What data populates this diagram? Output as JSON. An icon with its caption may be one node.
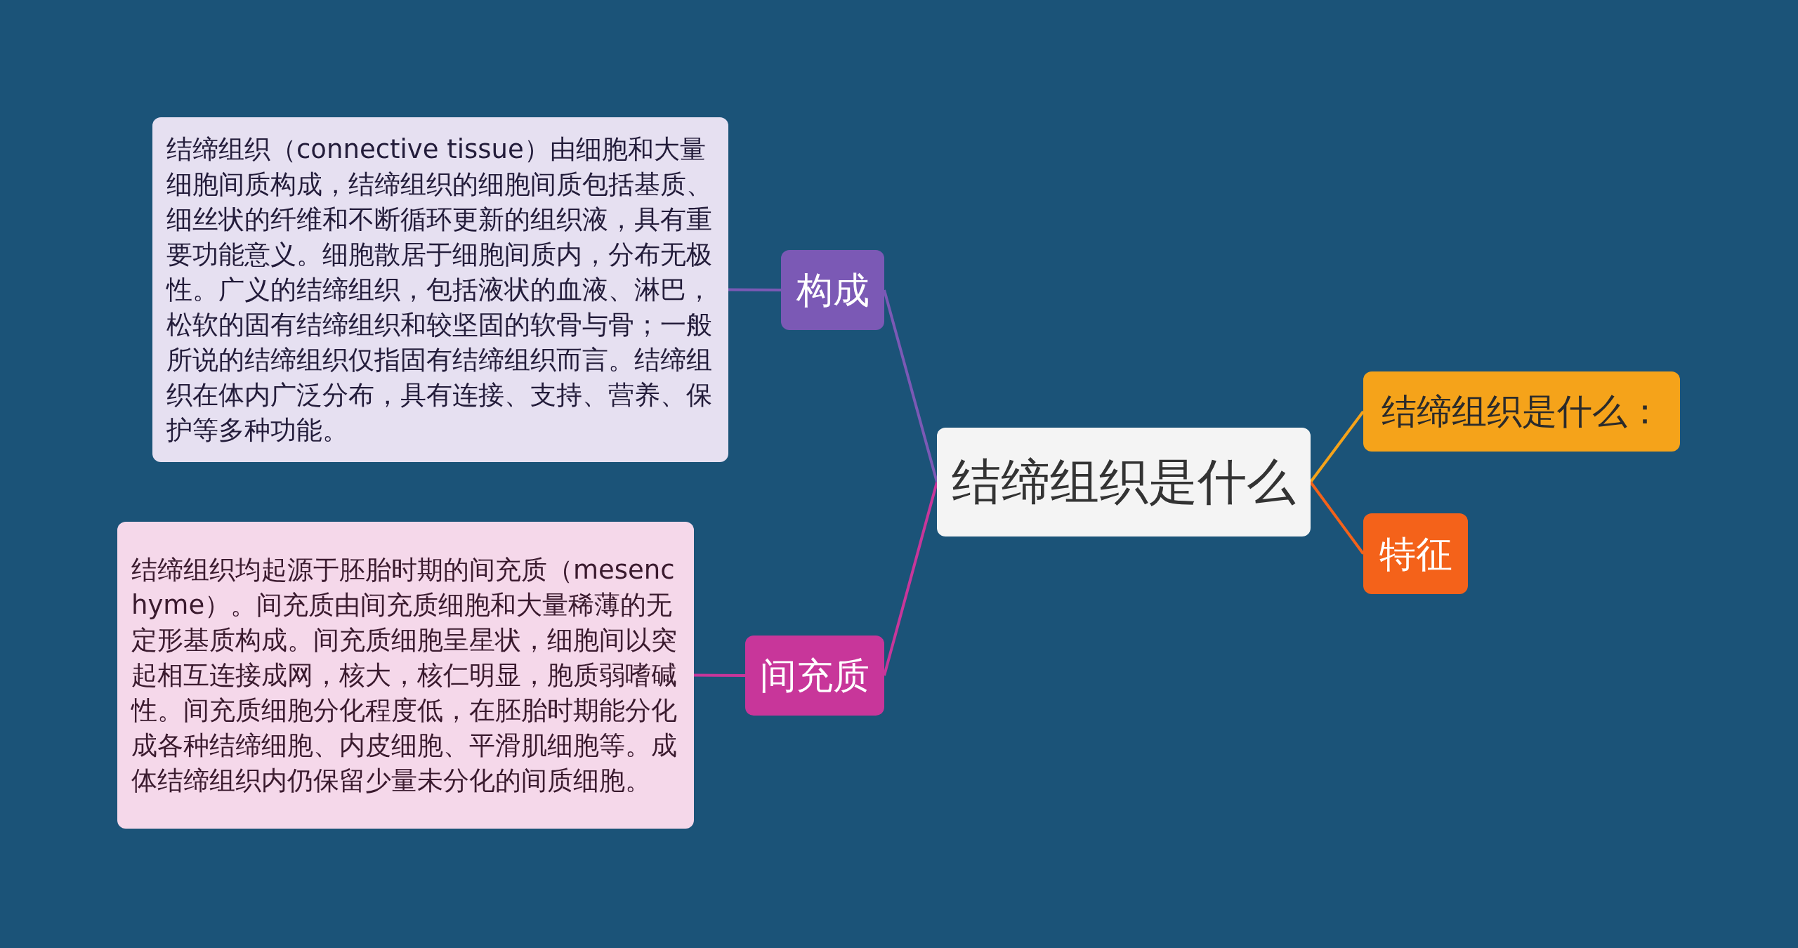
{
  "diagram": {
    "nodes": [
      {
        "text": [
          "结缔组织是什么"
        ]
      },
      {
        "text": [
          "构成"
        ]
      },
      {
        "text": [
          "结缔组织（connective tissue）由细胞和大量细胞间质构成，结缔组织的细胞间质包括基质、细丝状的纤维和不断循环更新的组织液，具有重要功能意义。细胞散居于细胞间质内，分布无极性。广义的结缔组织，包括液状的血液、淋巴，松软的固有结缔组织和较坚固的软骨与骨；一般所说的结缔组织仅指固有结缔组织而言。结缔组织在体内广泛分布，具有连接、支持、营养、保护等多种功能。"
        ]
      },
      {
        "text": [
          "间充质"
        ]
      },
      {
        "text": [
          "结缔组织均起源于胚胎时期的间充质（mesenchyme）。间充质由间充质细胞和大量稀薄的无定形基质构成。间充质细胞呈星状，细胞间以突起相互连接成网，核大，核仁明显，胞质弱嗜碱性。间充质细胞分化程度低，在胚胎时期能分化成各种结缔细胞、内皮细胞、平滑肌细胞等。成体结缔组织内仍保留少量未分化的间质细胞。"
        ]
      },
      {
        "text": [
          "结缔组织是什么："
        ]
      },
      {
        "text": [
          "特征"
        ]
      }
    ],
    "edges": [
      {
        "from": 0,
        "to": 1,
        "arrow": "none",
        "color": "#7b59b5"
      },
      {
        "from": 1,
        "to": 2,
        "arrow": "none",
        "color": "#7b59b5"
      },
      {
        "from": 0,
        "to": 3,
        "arrow": "none",
        "color": "#c8369a"
      },
      {
        "from": 3,
        "to": 4,
        "arrow": "none",
        "color": "#c8369a"
      },
      {
        "from": 0,
        "to": 5,
        "arrow": "none",
        "color": "#f5a31a"
      },
      {
        "from": 0,
        "to": 6,
        "arrow": "none",
        "color": "#f4621a"
      }
    ]
  }
}
